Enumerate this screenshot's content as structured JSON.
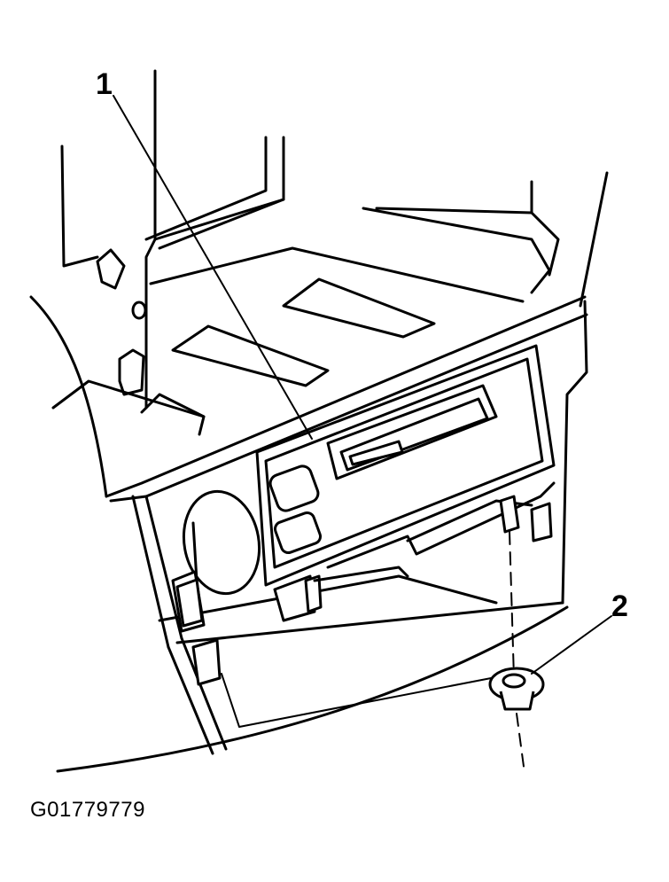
{
  "callouts": [
    {
      "label": "1"
    },
    {
      "label": "2"
    }
  ],
  "figure_id": "G01779779"
}
